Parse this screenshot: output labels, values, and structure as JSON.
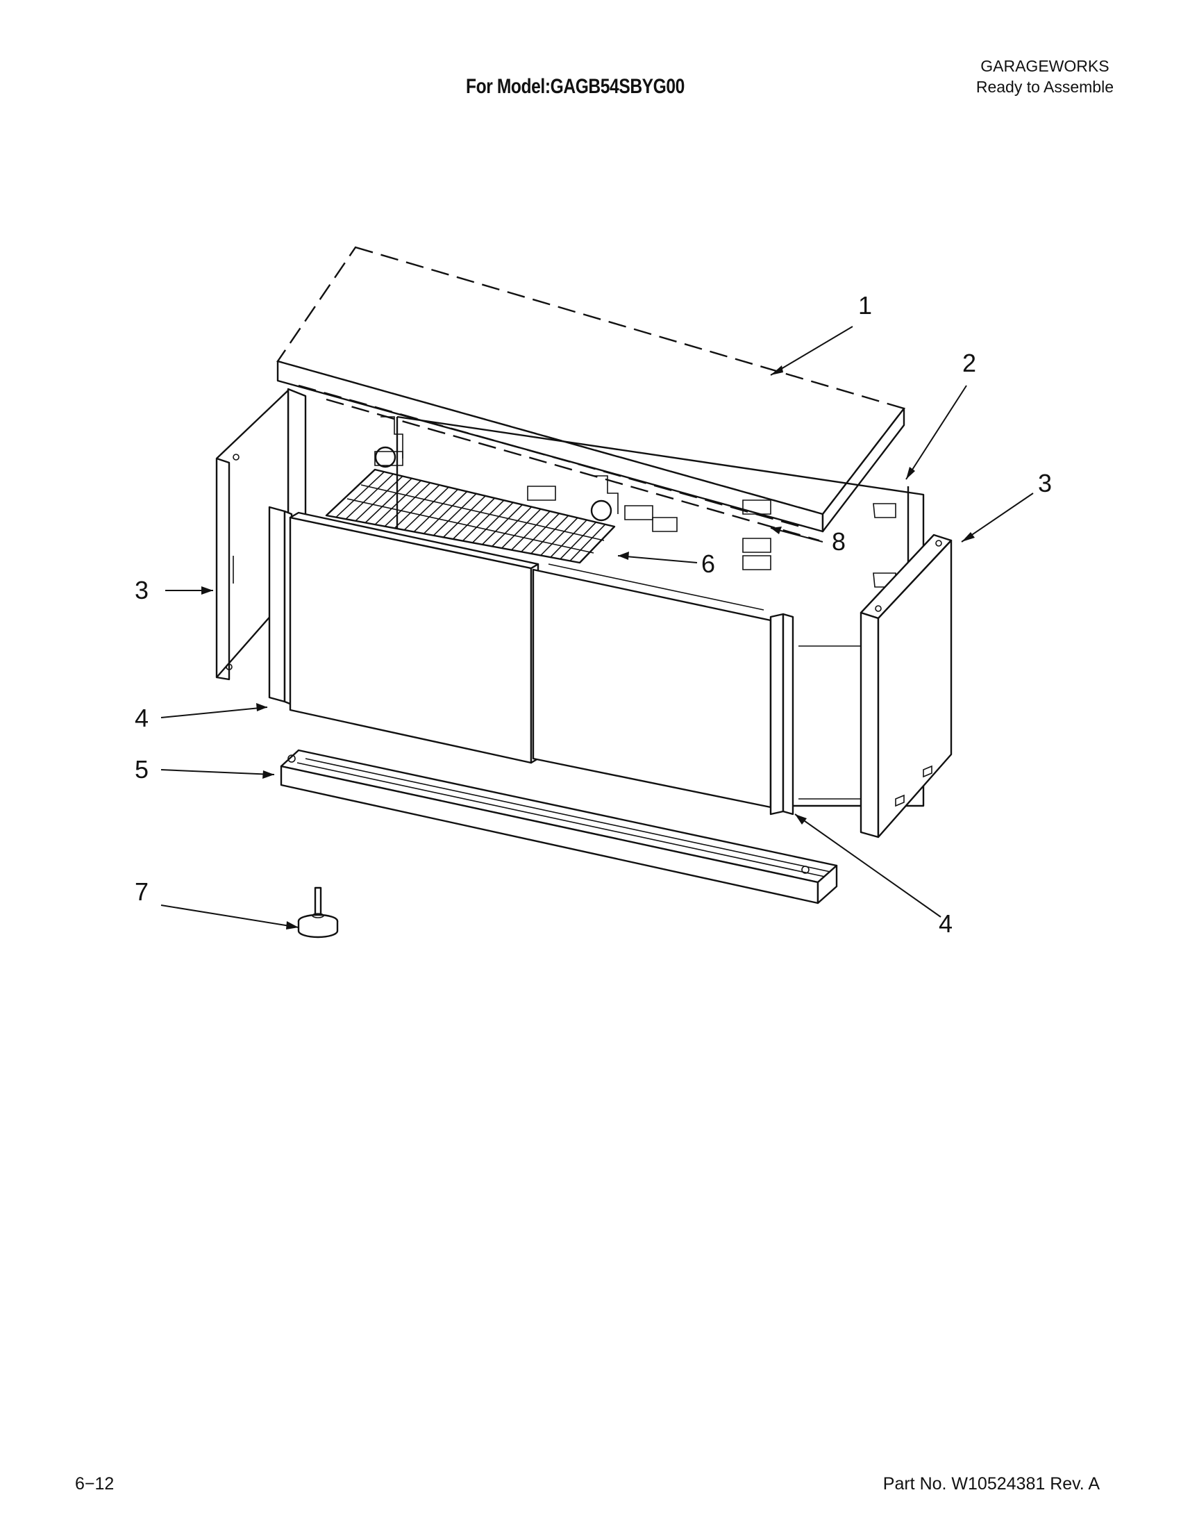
{
  "header": {
    "brand": "GARAGEWORKS",
    "subtitle": "Ready to Assemble",
    "model_line": "For Model:GAGB54SBYG00"
  },
  "footer": {
    "page_number": "6−12",
    "part_number": "Part No. W10524381 Rev. A"
  },
  "callouts": {
    "c1": "1",
    "c2": "2",
    "c3_left": "3",
    "c3_right": "3",
    "c4_left": "4",
    "c4_right": "4",
    "c5": "5",
    "c6": "6",
    "c7": "7",
    "c8": "8"
  }
}
